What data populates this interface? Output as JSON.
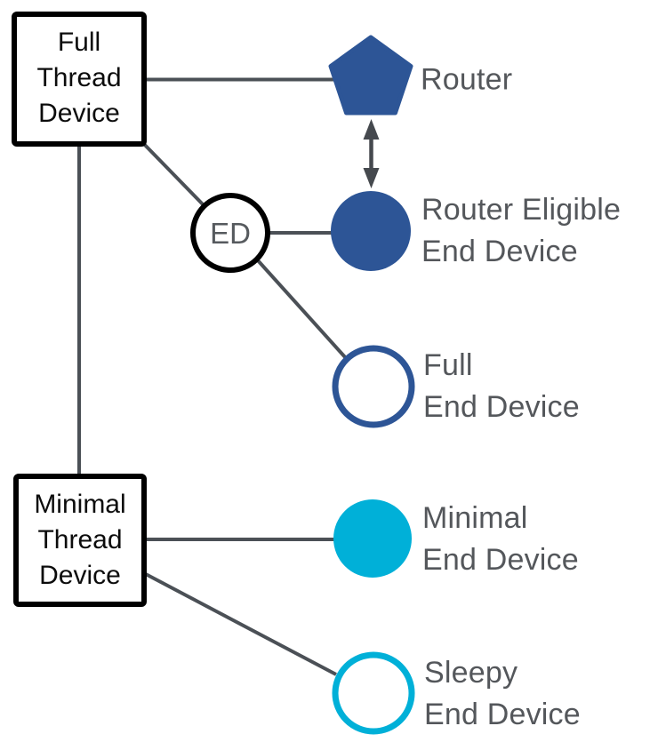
{
  "colors": {
    "thread_blue": "#2d5596",
    "thread_cyan": "#00b0d8",
    "connector_gray": "#4b5056",
    "arrow_gray": "#45494e",
    "node_outline_black": "#000000",
    "shape_fill_white": "#ffffff",
    "label_gray": "#54575b",
    "background": "#ffffff"
  },
  "nodes": {
    "full_thread_device": {
      "label": "Full\nThread\nDevice"
    },
    "minimal_thread_device": {
      "label": "Minimal\nThread\nDevice"
    },
    "router": {
      "label": "Router"
    },
    "router_eligible_end_device": {
      "label": "Router Eligible\nEnd Device"
    },
    "full_end_device": {
      "label": "Full\nEnd Device"
    },
    "minimal_end_device": {
      "label": "Minimal\nEnd Device"
    },
    "sleepy_end_device": {
      "label": "Sleepy\nEnd Device"
    },
    "end_device_junction": {
      "label": "ED"
    }
  }
}
